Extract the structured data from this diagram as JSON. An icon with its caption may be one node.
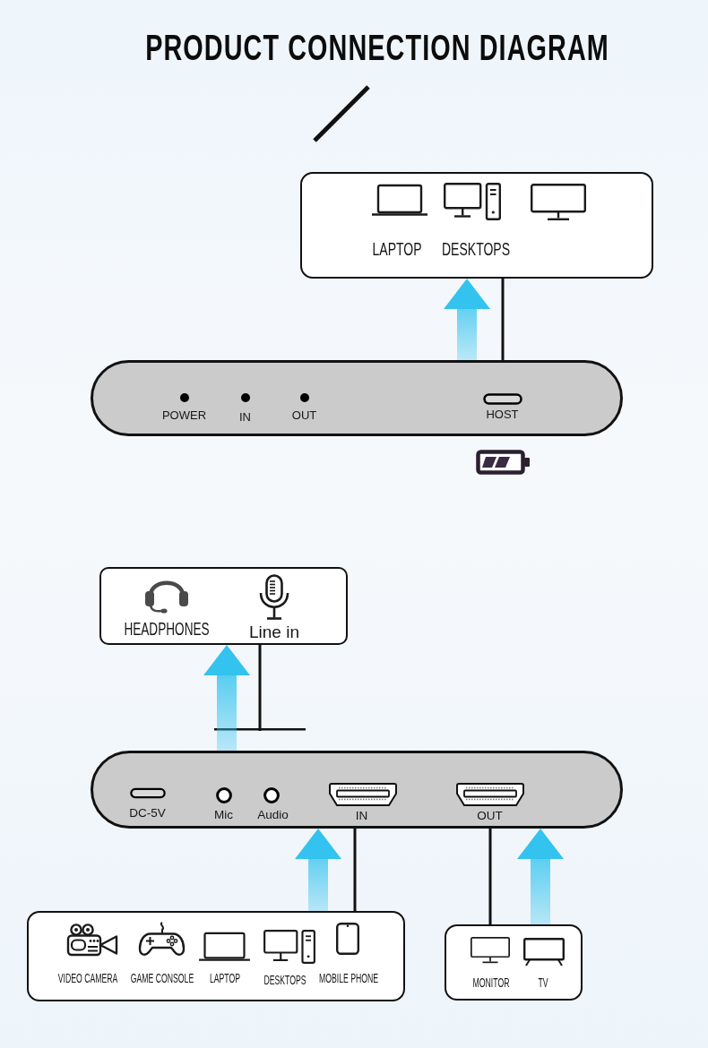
{
  "diagram": {
    "title": "PRODUCT CONNECTION DIAGRAM",
    "nodes": [
      {
        "text": [
          "LAPTOP",
          "DESKTOPS"
        ]
      },
      {
        "text": [
          "POWER",
          "IN",
          "OUT",
          "HOST"
        ]
      },
      {
        "text": [
          "HEADPHONES",
          "Line in"
        ]
      },
      {
        "text": [
          "DC-5V",
          "Mic",
          "Audio",
          "IN",
          "OUT"
        ]
      },
      {
        "text": [
          "VIDEO CAMERA",
          "GAME CONSOLE",
          "LAPTOP",
          "DESKTOPS",
          "MOBILE PHONE"
        ]
      },
      {
        "text": [
          "MONITOR",
          "TV"
        ]
      }
    ],
    "edges": [
      {
        "from": 1,
        "to": 0,
        "arrow": "to",
        "style": "thick",
        "color": "#33c3ee"
      },
      {
        "from": 0,
        "to": 1,
        "arrow": "none"
      },
      {
        "from": 2,
        "to": 3,
        "arrow": "other"
      },
      {
        "from": 3,
        "to": 2,
        "arrow": "to",
        "style": "thick",
        "color": "#33c3ee"
      },
      {
        "from": 4,
        "to": 3,
        "arrow": "to",
        "style": "thick",
        "color": "#33c3ee"
      },
      {
        "from": 3,
        "to": 4,
        "arrow": "none"
      },
      {
        "from": 3,
        "to": 5,
        "arrow": "none"
      },
      {
        "from": 5,
        "to": 3,
        "arrow": "to",
        "style": "thick",
        "color": "#33c3ee"
      }
    ]
  }
}
